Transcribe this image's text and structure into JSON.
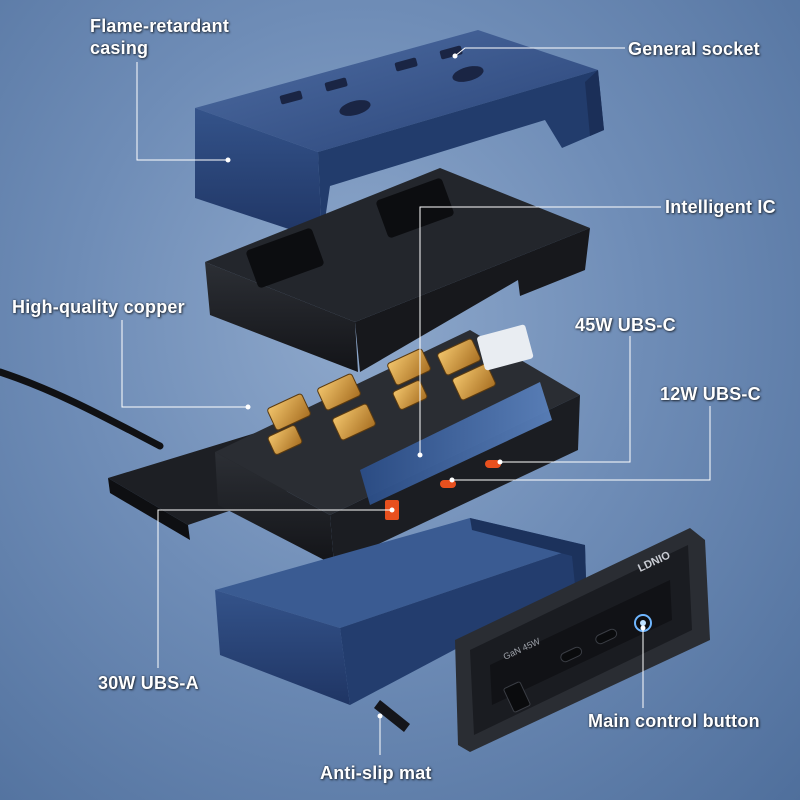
{
  "labels": {
    "casing_line1": "Flame-retardant",
    "casing_line2": "casing",
    "general_socket": "General socket",
    "intelligent_ic": "Intelligent IC",
    "copper": "High-quality copper",
    "usb_c_45w": "45W UBS-C",
    "usb_c_12w": "12W UBS-C",
    "usb_a_30w": "30W UBS-A",
    "main_button": "Main control button",
    "anti_slip": "Anti-slip mat"
  },
  "product": {
    "brand": "LDNIO",
    "gan_text": "GaN 45W"
  },
  "colors": {
    "casing_blue": "#2d4a7e",
    "frame_black": "#1c1e22",
    "copper_gold": "#c9953a",
    "usb_orange": "#e8501e",
    "led_blue": "#6fb6ff",
    "leader_line": "#ffffff"
  }
}
